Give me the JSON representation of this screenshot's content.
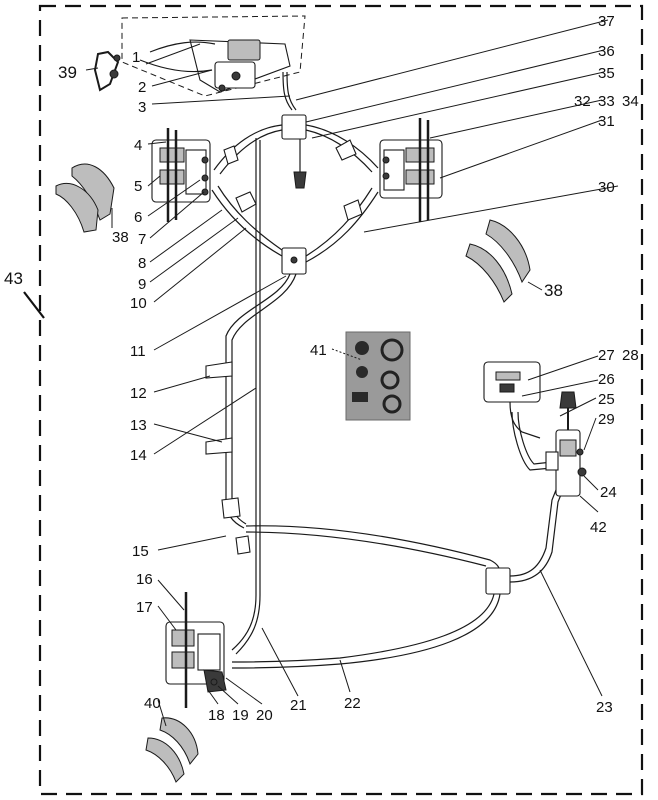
{
  "diagram": {
    "callouts": [
      {
        "id": "c1",
        "text": "1"
      },
      {
        "id": "c2",
        "text": "2"
      },
      {
        "id": "c3",
        "text": "3"
      },
      {
        "id": "c4",
        "text": "4"
      },
      {
        "id": "c5",
        "text": "5"
      },
      {
        "id": "c6",
        "text": "6"
      },
      {
        "id": "c7",
        "text": "7"
      },
      {
        "id": "c8",
        "text": "8"
      },
      {
        "id": "c9",
        "text": "9"
      },
      {
        "id": "c10",
        "text": "10"
      },
      {
        "id": "c11",
        "text": "11"
      },
      {
        "id": "c12",
        "text": "12"
      },
      {
        "id": "c13",
        "text": "13"
      },
      {
        "id": "c14",
        "text": "14"
      },
      {
        "id": "c15",
        "text": "15"
      },
      {
        "id": "c16",
        "text": "16"
      },
      {
        "id": "c17",
        "text": "17"
      },
      {
        "id": "c18",
        "text": "18"
      },
      {
        "id": "c19",
        "text": "19"
      },
      {
        "id": "c20",
        "text": "20"
      },
      {
        "id": "c21",
        "text": "21"
      },
      {
        "id": "c22",
        "text": "22"
      },
      {
        "id": "c23",
        "text": "23"
      },
      {
        "id": "c24",
        "text": "24"
      },
      {
        "id": "c25",
        "text": "25"
      },
      {
        "id": "c26",
        "text": "26"
      },
      {
        "id": "c27",
        "text": "27"
      },
      {
        "id": "c28",
        "text": "28"
      },
      {
        "id": "c29",
        "text": "29"
      },
      {
        "id": "c30",
        "text": "30"
      },
      {
        "id": "c31",
        "text": "31"
      },
      {
        "id": "c32",
        "text": "32"
      },
      {
        "id": "c33",
        "text": "33"
      },
      {
        "id": "c34",
        "text": "34"
      },
      {
        "id": "c35",
        "text": "35"
      },
      {
        "id": "c36",
        "text": "36"
      },
      {
        "id": "c37",
        "text": "37"
      },
      {
        "id": "c38a",
        "text": "38"
      },
      {
        "id": "c38b",
        "text": "38"
      },
      {
        "id": "c39",
        "text": "39"
      },
      {
        "id": "c40",
        "text": "40"
      },
      {
        "id": "c41",
        "text": "41"
      },
      {
        "id": "c42",
        "text": "42"
      },
      {
        "id": "c43",
        "text": "43"
      }
    ]
  }
}
